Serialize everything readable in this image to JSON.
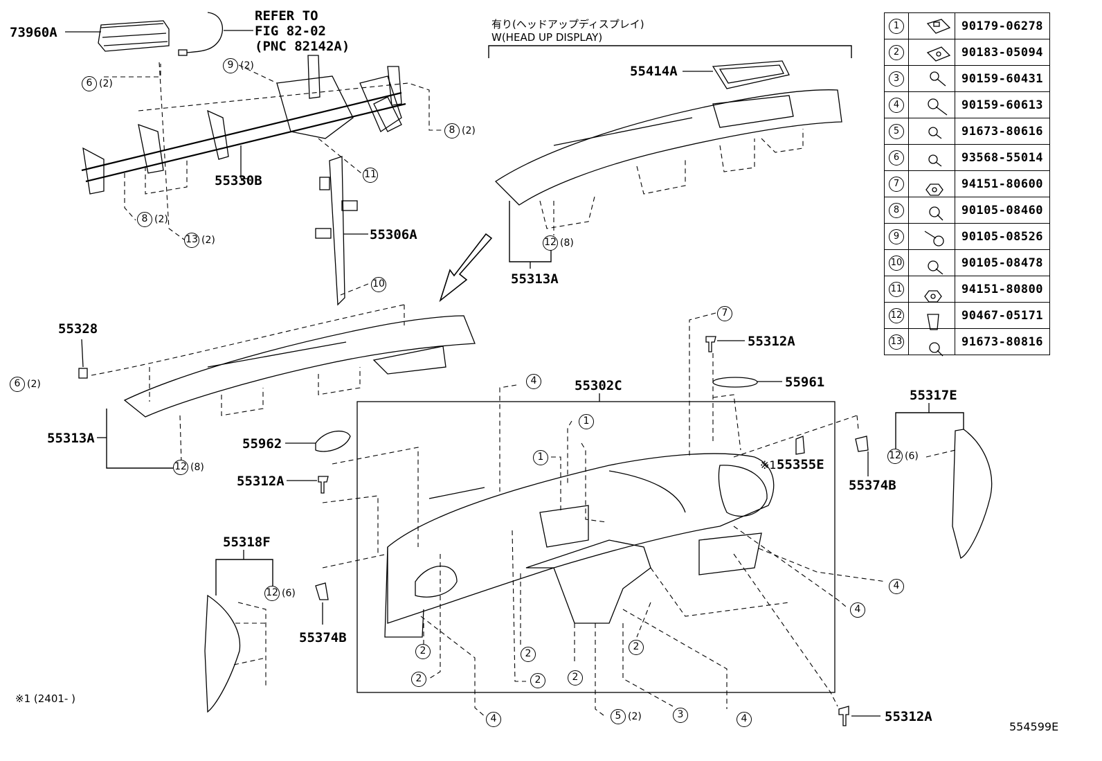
{
  "header": {
    "refer_line1": "REFER TO",
    "refer_line2": "FIG 82-02",
    "refer_line3": "(PNC 82142A)",
    "hud_jp": "有り(ヘッドアップディスプレイ)",
    "hud_en": "W(HEAD UP DISPLAY)"
  },
  "part_labels": {
    "p73960A": "73960A",
    "p55330B": "55330B",
    "p55306A": "55306A",
    "p55414A": "55414A",
    "p55313A_top": "55313A",
    "p55313A_left": "55313A",
    "p55328": "55328",
    "p55302C": "55302C",
    "p55312A_top": "55312A",
    "p55961": "55961",
    "p55962": "55962",
    "p55312A_left": "55312A",
    "p55355E": "55355E",
    "p55317E": "55317E",
    "p55374B_right": "55374B",
    "p55318F": "55318F",
    "p55374B_left": "55374B",
    "p55312A_bottom": "55312A",
    "mark": "※1"
  },
  "callouts": [
    {
      "num": "6",
      "qty": "(2)"
    },
    {
      "num": "9",
      "qty": "(2)"
    },
    {
      "num": "8",
      "qty": "(2)"
    },
    {
      "num": "11",
      "qty": ""
    },
    {
      "num": "8",
      "qty": "(2)"
    },
    {
      "num": "13",
      "qty": "(2)"
    },
    {
      "num": "10",
      "qty": ""
    },
    {
      "num": "12",
      "qty": "(8)"
    },
    {
      "num": "6",
      "qty": "(2)"
    },
    {
      "num": "12",
      "qty": "(8)"
    },
    {
      "num": "7",
      "qty": ""
    },
    {
      "num": "4",
      "qty": ""
    },
    {
      "num": "1",
      "qty": ""
    },
    {
      "num": "1",
      "qty": ""
    },
    {
      "num": "12",
      "qty": "(6)"
    },
    {
      "num": "12",
      "qty": "(6)"
    },
    {
      "num": "4",
      "qty": ""
    },
    {
      "num": "4",
      "qty": ""
    },
    {
      "num": "2",
      "qty": ""
    },
    {
      "num": "2",
      "qty": ""
    },
    {
      "num": "2",
      "qty": ""
    },
    {
      "num": "2",
      "qty": ""
    },
    {
      "num": "2",
      "qty": ""
    },
    {
      "num": "2",
      "qty": ""
    },
    {
      "num": "4",
      "qty": ""
    },
    {
      "num": "5",
      "qty": "(2)"
    },
    {
      "num": "3",
      "qty": ""
    },
    {
      "num": "4",
      "qty": ""
    }
  ],
  "legend": [
    {
      "num": "1",
      "part": "90179-06278",
      "icon": "clip-nut-icon"
    },
    {
      "num": "2",
      "part": "90183-05094",
      "icon": "clip-icon"
    },
    {
      "num": "3",
      "part": "90159-60431",
      "icon": "screw-icon"
    },
    {
      "num": "4",
      "part": "90159-60613",
      "icon": "screw-icon"
    },
    {
      "num": "5",
      "part": "91673-80616",
      "icon": "bolt-icon"
    },
    {
      "num": "6",
      "part": "93568-55014",
      "icon": "bolt-icon"
    },
    {
      "num": "7",
      "part": "94151-80600",
      "icon": "nut-icon"
    },
    {
      "num": "8",
      "part": "90105-08460",
      "icon": "bolt-icon"
    },
    {
      "num": "9",
      "part": "90105-08526",
      "icon": "bolt-icon"
    },
    {
      "num": "10",
      "part": "90105-08478",
      "icon": "bolt-icon"
    },
    {
      "num": "11",
      "part": "94151-80800",
      "icon": "nut-icon"
    },
    {
      "num": "12",
      "part": "90467-05171",
      "icon": "clip-icon"
    },
    {
      "num": "13",
      "part": "91673-80816",
      "icon": "bolt-icon"
    }
  ],
  "footer": {
    "date_note": "※1 (2401-    )",
    "figure_id": "554599E"
  }
}
